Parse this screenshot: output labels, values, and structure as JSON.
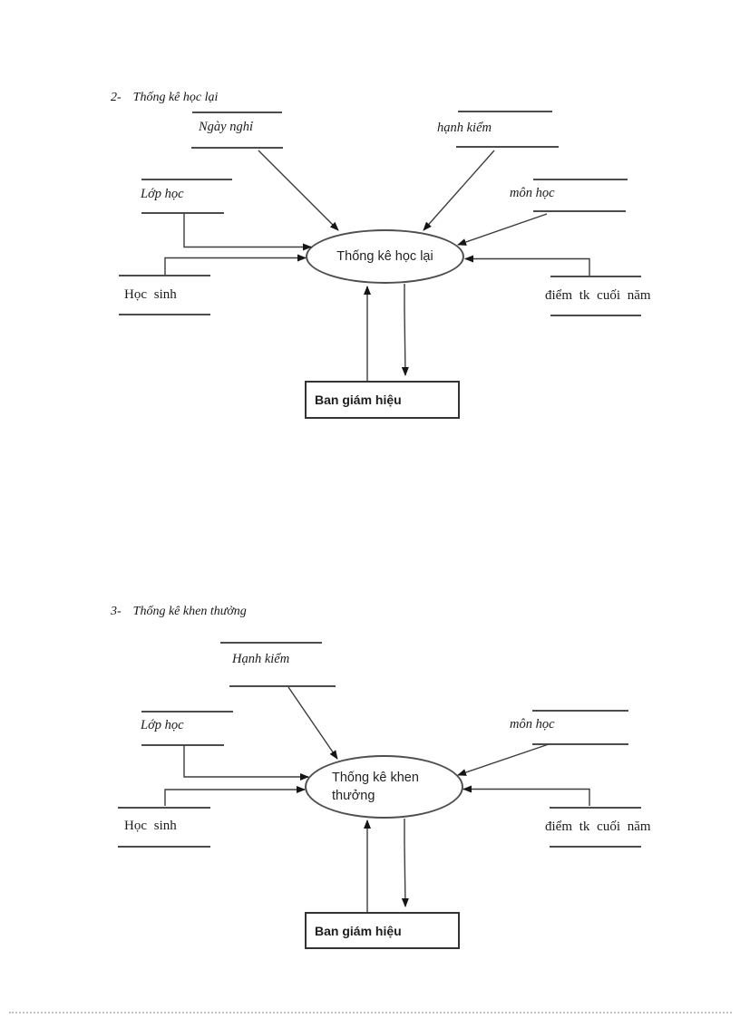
{
  "d1": {
    "number": "2-",
    "title": "Thống kê học lại",
    "stores": {
      "ngay_nghi": "Ngày nghỉ",
      "hanh_kiem": "hạnh kiểm",
      "lop_hoc": "Lớp học",
      "mon_hoc": "môn học",
      "hoc_sinh": "Học sinh",
      "diem_tk_cuoi_nam": "điểm tk cuối năm"
    },
    "process": "Thống kê học lại",
    "entity": "Ban giám hiệu"
  },
  "d2": {
    "number": "3-",
    "title": "Thống kê khen thưởng",
    "stores": {
      "hanh_kiem": "Hạnh kiểm",
      "lop_hoc": "Lớp học",
      "mon_hoc": "môn học",
      "hoc_sinh": "Học sinh",
      "diem_tk_cuoi_nam": "điểm tk cuối năm"
    },
    "process_line1": "Thống kê khen",
    "process_line2": "thưởng",
    "entity": "Ban giám hiệu"
  },
  "colors": {
    "background": "#ffffff",
    "line": "#3d3d3d",
    "text": "#1b1b1b",
    "footer_dots": "#c2c2c2"
  }
}
